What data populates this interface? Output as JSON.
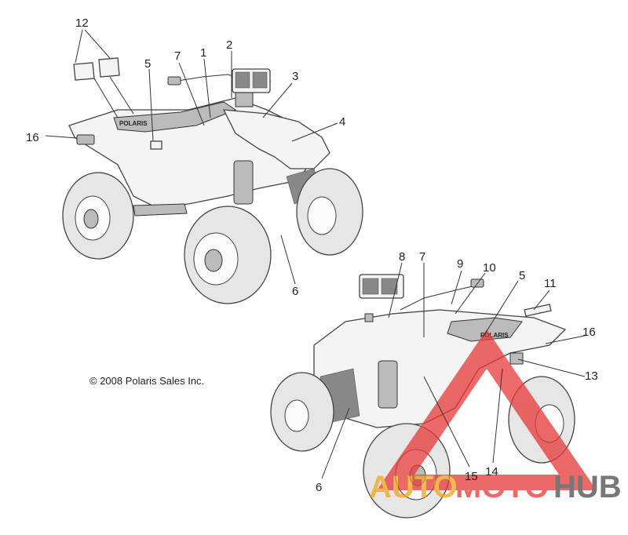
{
  "copyright": "© 2008 Polaris Sales Inc.",
  "brand_small": "POLARIS",
  "watermark": {
    "part1": "AUTO",
    "part2": "MOTO",
    "part3": "HUB",
    "colors": {
      "part1": "#f2a41c",
      "part2": "#e53935",
      "part3": "#4a4a4a",
      "triangle": "#e53935"
    }
  },
  "callouts_top": [
    "12",
    "7",
    "1",
    "2",
    "3",
    "5",
    "4",
    "16",
    "6"
  ],
  "callouts_bottom": [
    "8",
    "7",
    "9",
    "10",
    "5",
    "11",
    "16",
    "13",
    "6",
    "15",
    "14"
  ]
}
